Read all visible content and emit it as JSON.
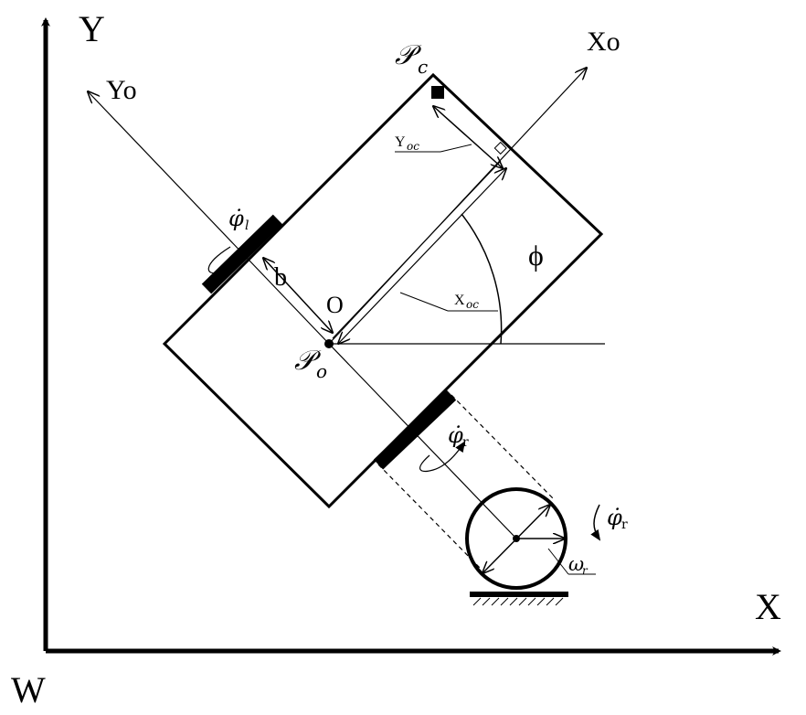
{
  "world_frame": {
    "x_label": "X",
    "y_label": "Y",
    "origin_label": "W"
  },
  "robot_frame": {
    "x_label": "Xo",
    "y_label": "Yo",
    "origin_label": "O",
    "origin_point_label": "𝒫",
    "origin_point_sub": "o",
    "heading_angle_label": "ϕ"
  },
  "target_point": {
    "label": "𝒫",
    "sub": "c"
  },
  "dimensions": {
    "half_axle_label": "b",
    "x_offset_label": "X",
    "x_offset_sub": "oc",
    "y_offset_label": "Y",
    "y_offset_sub": "oc"
  },
  "wheels": {
    "left_rate_label": "φ̇",
    "left_rate_sub": "l",
    "right_rate_label": "φ̇",
    "right_rate_sub": "r",
    "detail_rate_label": "φ̇",
    "detail_rate_sub": "r",
    "radius_label": "ω",
    "radius_sub": "r"
  }
}
